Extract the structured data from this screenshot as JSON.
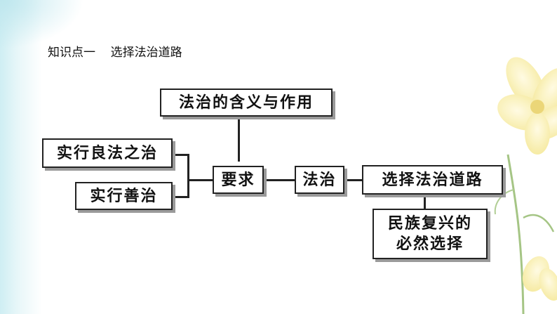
{
  "section_title": "知识点一    选择法治道路",
  "nodes": {
    "meaning": "法治的含义与作用",
    "good_law": "实行良法之治",
    "good_governance": "实行善治",
    "requirement": "要求",
    "rule_of_law": "法治",
    "choose_path": "选择法治道路",
    "revival_line1": "民族复兴的",
    "revival_line2": "必然选择"
  },
  "colors": {
    "node_border": "#222222",
    "node_shadow": "#9a9a9a",
    "background_tint": "#cfeef3",
    "flower_petal": "#fbf3b8"
  },
  "icons": [
    "flower-illustration"
  ]
}
